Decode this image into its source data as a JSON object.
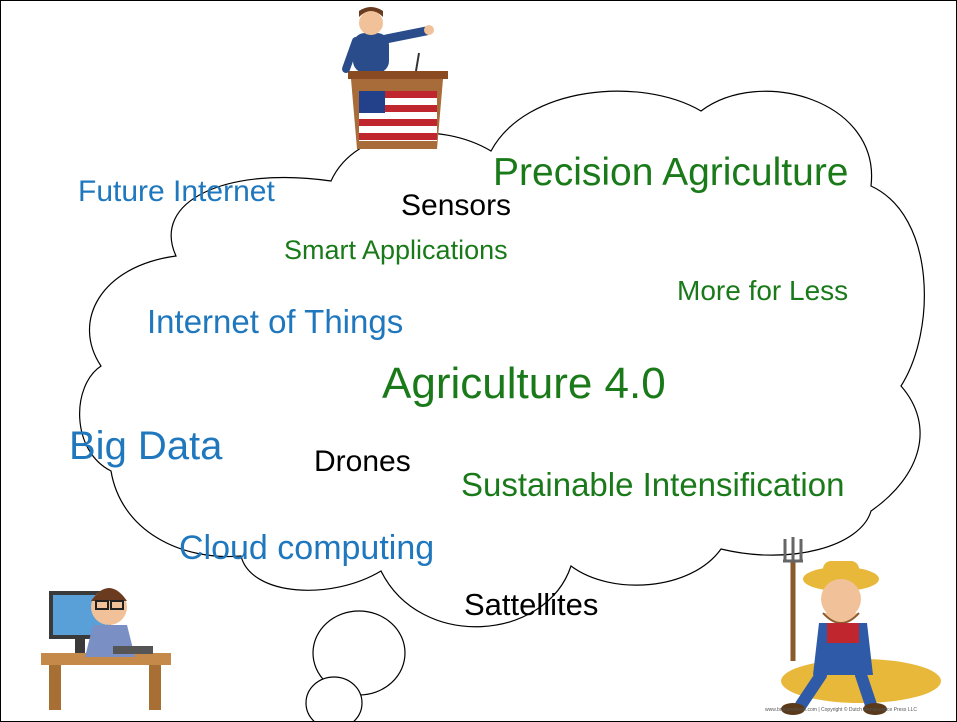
{
  "terms": {
    "future_internet": "Future Internet",
    "sensors": "Sensors",
    "precision_agriculture": "Precision Agriculture",
    "smart_applications": "Smart Applications",
    "more_for_less": "More for Less",
    "internet_of_things": "Internet of Things",
    "agriculture_40": "Agriculture 4.0",
    "big_data": "Big Data",
    "drones": "Drones",
    "sustainable_intensification": "Sustainable Intensification",
    "cloud_computing": "Cloud computing",
    "sattellites": "Sattellites"
  },
  "credit": "www.bmvanstevell.com | Copyright © Dutch Renaissance Press LLC",
  "colors": {
    "blue_terms": "#1F77BD",
    "green_terms": "#1A7A1A",
    "black_terms": "#000000",
    "cloud_outline": "#000000"
  },
  "illustrations": [
    "politician-at-podium-icon",
    "programmer-at-computer-icon",
    "farmer-with-pitchfork-icon"
  ]
}
